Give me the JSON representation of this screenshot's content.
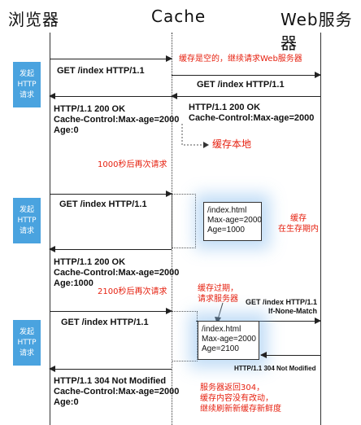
{
  "headers": {
    "browser": "浏览器",
    "cache": "Cache",
    "server": "Web服务器"
  },
  "request_label": "发起\nHTTP\n请求",
  "phase1": {
    "get": "GET /index HTTP/1.1",
    "cache_note": "缓存是空的，继续请求Web服务器",
    "get_forward": "GET /index HTTP/1.1",
    "resp_server": "HTTP/1.1 200 OK\nCache-Control:Max-age=2000",
    "resp_browser": "HTTP/1.1 200 OK\nCache-Control:Max-age=2000\nAge:0",
    "store_note": "缓存本地"
  },
  "phase2": {
    "delay_note": "1000秒后再次请求",
    "get": "GET /index HTTP/1.1",
    "cache_box": "/index.html\nMax-age=2000\nAge=1000",
    "fresh_note": "缓存\n在生存期内",
    "resp_browser": "HTTP/1.1 200 OK\nCache-Control:Max-age=2000\nAge:1000"
  },
  "phase3": {
    "delay_note": "2100秒后再次请求",
    "get": "GET /index HTTP/1.1",
    "expired_note": "缓存过期，\n请求服务器",
    "get_forward": "GET /index HTTP/1.1\nIf-None-Match",
    "cache_box": "/index.html\nMax-age=2000\nAge=2100",
    "resp_server": "HTTP/1.1 304 Not Modified",
    "resp_browser": "HTTP/1.1 304 Not Modified\nCache-Control:Max-age=2000\nAge:0",
    "server_note": "服务器返回304，\n缓存内容没有改动，\n继续刷新新缓存新鲜度"
  },
  "colors": {
    "accent": "#4aa3df",
    "note": "#e6200f"
  }
}
